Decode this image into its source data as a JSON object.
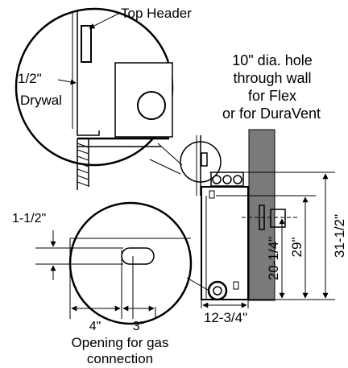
{
  "labels": {
    "top_header": "Top Header",
    "drywall_size": "1/2\"",
    "drywall": "Drywal",
    "hole_line1": "10\" dia. hole",
    "hole_line2": "through wall",
    "hole_line3": "for Flex",
    "hole_line4": "or for DuraVent",
    "dim_1_5": "1-1/2\"",
    "dim_4": "4\"",
    "dim_3": "3\"",
    "opening_line1": "Opening for gas",
    "opening_line2": "connection",
    "dim_12_75": "12-3/4\"",
    "dim_20_25": "20-1/4\"",
    "dim_29": "29\"",
    "dim_31_5": "31-1/2\""
  },
  "colors": {
    "wall": "#7a7a7a",
    "line": "#000000",
    "background": "#ffffff"
  }
}
